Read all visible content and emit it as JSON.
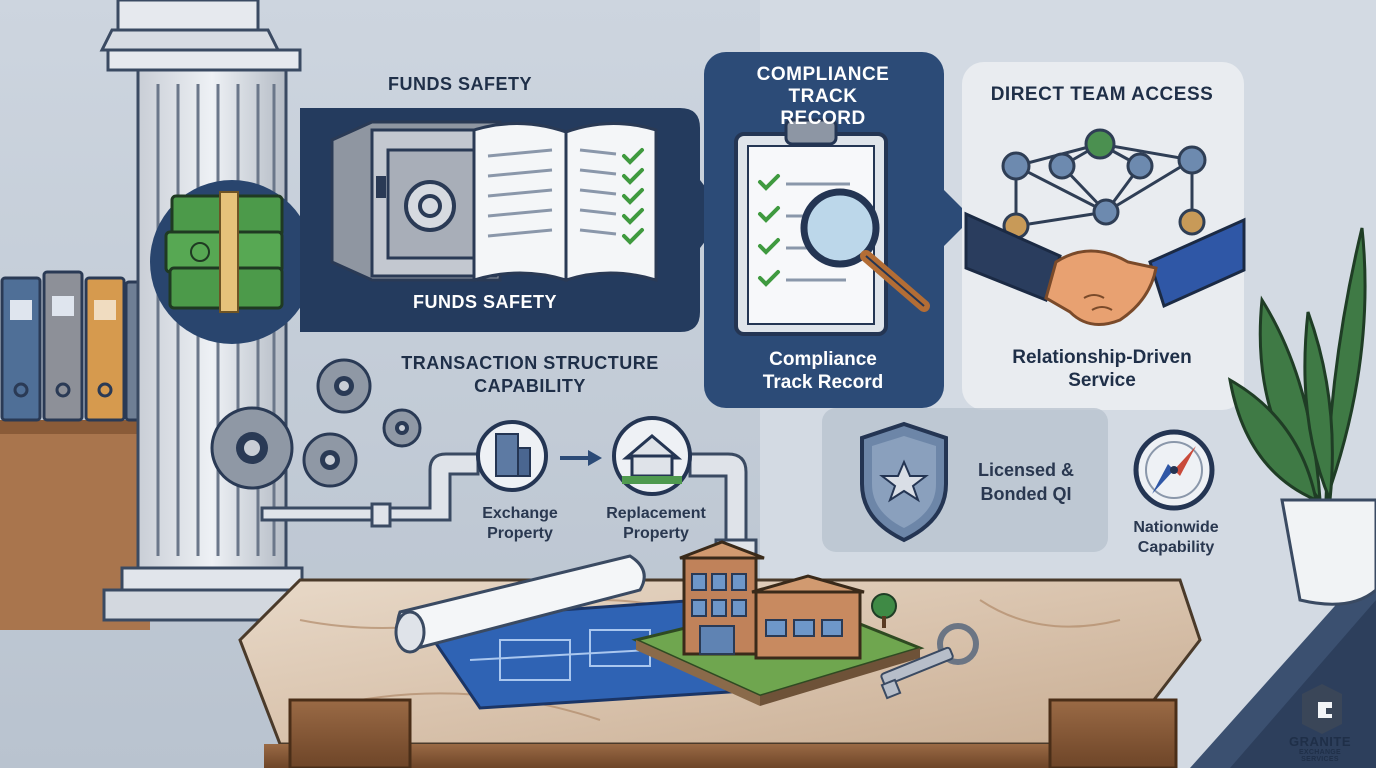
{
  "sections": {
    "funds_heading": "FUNDS SAFETY",
    "funds_caption": "FUNDS SAFETY",
    "compliance_heading": "COMPLIANCE TRACK RECORD",
    "compliance_caption": "Compliance Track Record",
    "team_heading": "DIRECT TEAM ACCESS",
    "team_caption": "Relationship-Driven Service",
    "transaction_heading": "TRANSACTION STRUCTURE CAPABILITY",
    "exchange_label": "Exchange Property",
    "replacement_label": "Replacement Property",
    "licensed_label": "Licensed & Bonded QI",
    "nationwide_label": "Nationwide Capability"
  },
  "brand": {
    "name": "GRANITE",
    "tagline": "EXCHANGE SERVICES"
  },
  "icons": {
    "safe": "safe-vault-icon",
    "ledger": "open-ledger-icon",
    "money": "money-stack-icon",
    "clipboard": "checklist-clipboard-icon",
    "magnifier": "magnifying-glass-icon",
    "network": "network-nodes-icon",
    "handshake": "handshake-icon",
    "gears": "gears-icon",
    "building": "office-building-icon",
    "house": "house-icon",
    "shield": "shield-star-icon",
    "compass": "compass-icon",
    "key": "key-icon",
    "blueprint": "blueprint-icon",
    "model": "building-model-icon",
    "plant": "potted-plant-icon",
    "binders": "binders-icon",
    "column": "pillar-icon",
    "logo": "granite-logo-icon"
  }
}
